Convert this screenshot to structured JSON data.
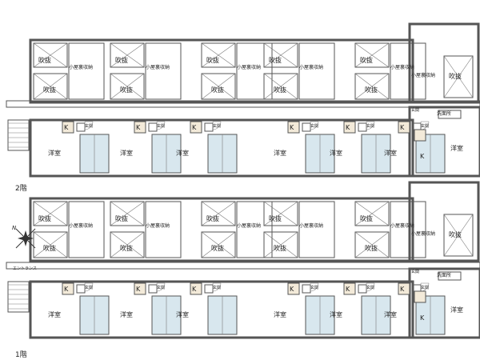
{
  "labels": {
    "fukinuke": "吹抜",
    "loft": "小屋裏収納",
    "yoshitsu": "洋室",
    "kitchen": "K",
    "genkan": "玄関",
    "senmenjo": "洗面所",
    "entrance": "エントランス"
  },
  "floors": [
    {
      "label": "2階"
    },
    {
      "label": "1階"
    }
  ],
  "compass": {
    "north": "N"
  },
  "colors": {
    "wall": "#555555",
    "floor_tint": "#f3ead9",
    "bath": "#d8e7ee",
    "line": "#7a7a7a"
  }
}
